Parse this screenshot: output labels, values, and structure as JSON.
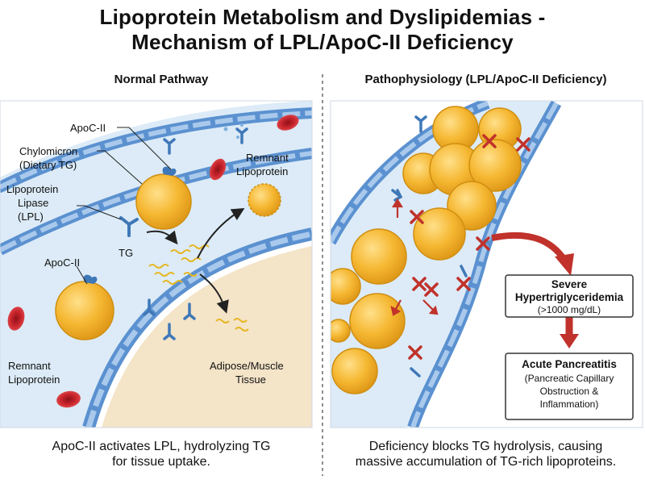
{
  "title_line1": "Lipoprotein Metabolism and Dyslipidemias -",
  "title_line2": "Mechanism of LPL/ApoC-II Deficiency",
  "left_panel": {
    "heading": "Normal Pathway",
    "labels": {
      "apoc2_top": "ApoC-II",
      "chylomicron_l1": "Chylomicron",
      "chylomicron_l2": "(Dietary TG)",
      "lpl_l1": "Lipoprotein",
      "lpl_l2": "Lipase",
      "lpl_l3": "(LPL)",
      "remnant_top_l1": "Remnant",
      "remnant_top_l2": "Lipoprotein",
      "tg": "TG",
      "apoc2_mid": "ApoC-II",
      "remnant_bottom_l1": "Remnant",
      "remnant_bottom_l2": "Lipoprotein",
      "adipose_l1": "Adipose/Muscle",
      "adipose_l2": "Tissue"
    },
    "caption_l1": "ApoC-II activates LPL, hydrolyzing TG",
    "caption_l2": "for tissue uptake."
  },
  "right_panel": {
    "heading": "Pathophysiology (LPL/ApoC-II Deficiency)",
    "box1": {
      "l1": "Severe",
      "l2": "Hypertriglyceridemia",
      "l3": "(>1000 mg/dL)"
    },
    "box2": {
      "l1": "Acute Pancreatitis",
      "l2": "(Pancreatic Capillary",
      "l3": "Obstruction &",
      "l4": "Inflammation)"
    },
    "caption_l1": "Deficiency blocks TG hydrolysis, causing",
    "caption_l2": "massive accumulation of TG-rich lipoproteins."
  },
  "colors": {
    "vessel_lumen": "#dcebf7",
    "endothelium": "#5b91d0",
    "tissue": "#f4e4c8",
    "lipoprotein": "#f5b731",
    "rbc": "#c8242c",
    "arrow_red": "#c0322b",
    "apo_receptor": "#3f78b8"
  }
}
